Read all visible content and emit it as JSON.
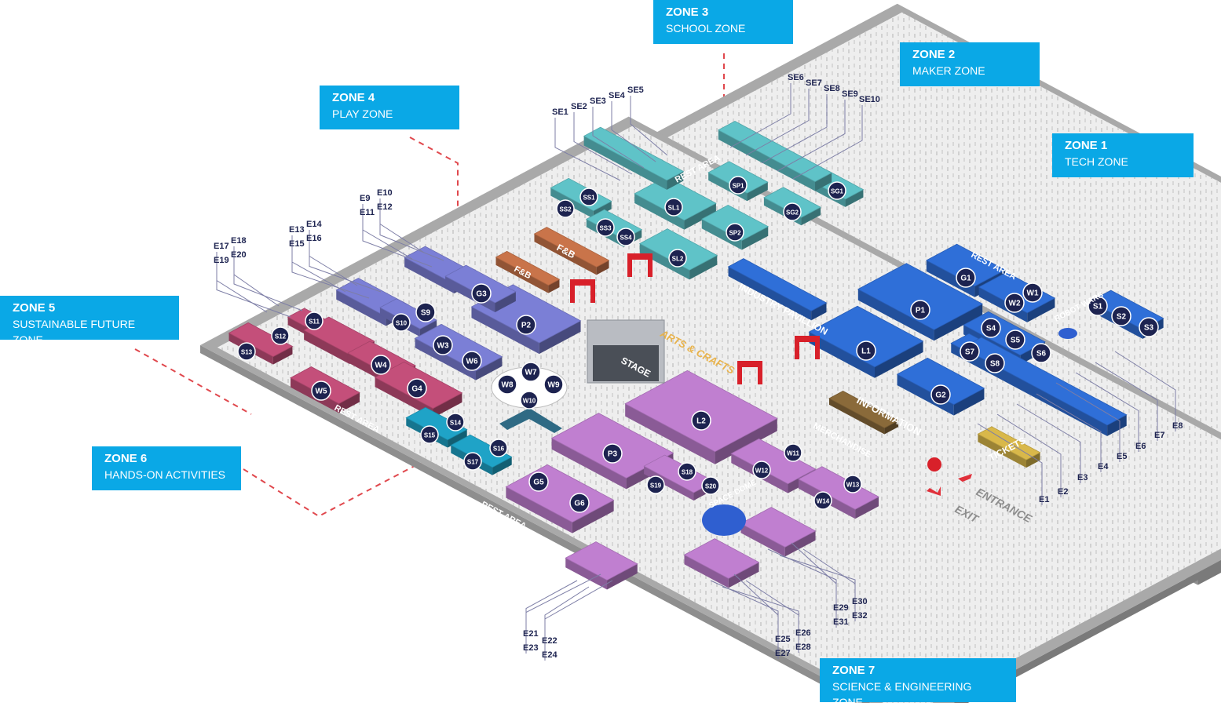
{
  "zones": [
    {
      "title": "ZONE 1",
      "subtitle": "TECH ZONE",
      "color": "#2f6fd8"
    },
    {
      "title": "ZONE 2",
      "subtitle": "MAKER ZONE",
      "color": "#2f6fd8"
    },
    {
      "title": "ZONE 3",
      "subtitle": "SCHOOL ZONE",
      "color": "#5fc3c8"
    },
    {
      "title": "ZONE 4",
      "subtitle": "PLAY ZONE",
      "color": "#7b7fd6"
    },
    {
      "title": "ZONE 5",
      "subtitle": "SUSTAINABLE FUTURE ZONE",
      "color": "#c44f7a"
    },
    {
      "title": "ZONE 6",
      "subtitle": "HANDS-ON ACTIVITIES",
      "color": "#1fa3c7"
    },
    {
      "title": "ZONE 7",
      "subtitle": "SCIENCE & ENGINEERING ZONE",
      "color": "#c07fd0"
    }
  ],
  "areas": {
    "stage": "STAGE",
    "arts": "ARTS & CRAFTS",
    "industry": "INDUSTRY PAVILLION",
    "information": "INFORMATION",
    "merchandise": "MERCHANDISE",
    "tickets": "TICKETS",
    "entrance": "ENTRANCE",
    "exit": "EXIT",
    "robot_wars": "ROBOT WARS",
    "space_dome": "SPACE DOME",
    "fb": "F&B",
    "rest": "REST AREA"
  },
  "booths": [
    "G1",
    "P1",
    "L1",
    "G2",
    "W1",
    "W2",
    "S1",
    "S2",
    "S3",
    "S4",
    "S5",
    "S6",
    "S7",
    "S8",
    "SL1",
    "SL2",
    "SP1",
    "SP2",
    "SG1",
    "SG2",
    "SS1",
    "SS2",
    "SS3",
    "SS4",
    "G3",
    "P2",
    "S9",
    "S10",
    "W3",
    "W6",
    "W7",
    "W8",
    "W9",
    "W10",
    "S11",
    "S12",
    "S13",
    "W4",
    "W5",
    "G4",
    "S14",
    "S15",
    "S16",
    "S17",
    "L2",
    "P3",
    "G5",
    "G6",
    "S18",
    "S19",
    "S20",
    "W11",
    "W12",
    "W13",
    "W14"
  ],
  "exhibitor_labels": [
    "SE1",
    "SE2",
    "SE3",
    "SE4",
    "SE5",
    "SE6",
    "SE7",
    "SE8",
    "SE9",
    "SE10",
    "E9",
    "E10",
    "E11",
    "E12",
    "E13",
    "E14",
    "E15",
    "E16",
    "E17",
    "E18",
    "E19",
    "E20",
    "E1",
    "E2",
    "E3",
    "E4",
    "E5",
    "E6",
    "E7",
    "E8",
    "E21",
    "E22",
    "E23",
    "E24",
    "E25",
    "E26",
    "E27",
    "E28",
    "E29",
    "E30",
    "E31",
    "E32"
  ]
}
